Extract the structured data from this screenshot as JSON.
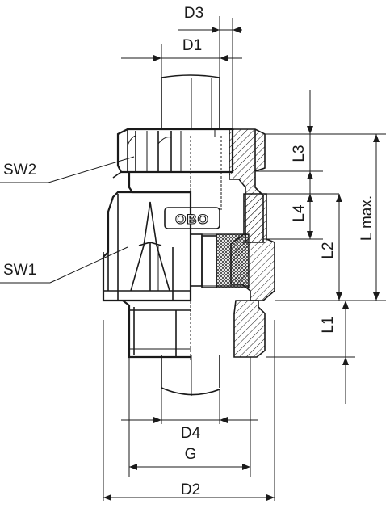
{
  "drawing": {
    "logo_text": "OBO",
    "labels": {
      "d3": "D3",
      "d1": "D1",
      "sw2": "SW2",
      "sw1": "SW1",
      "l3": "L3",
      "l4": "L4",
      "l2": "L2",
      "l_max": "L max.",
      "l1": "L1",
      "d4": "D4",
      "g": "G",
      "d2": "D2"
    }
  }
}
